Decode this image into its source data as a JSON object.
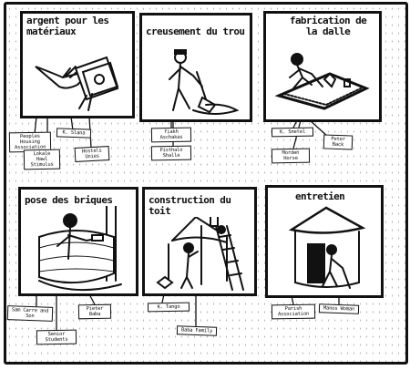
{
  "panels": [
    {
      "id": "argent",
      "title": "argent pour les matériaux"
    },
    {
      "id": "creusement",
      "title": "creusement du trou"
    },
    {
      "id": "fabrication",
      "title": "fabrication de la dalle"
    },
    {
      "id": "pose",
      "title": "pose des briques"
    },
    {
      "id": "construction",
      "title": "construction du toit"
    },
    {
      "id": "entretien",
      "title": "entretien"
    }
  ],
  "tags": {
    "argent_1": "Peoples Housing Association",
    "argent_2": "K. Slana",
    "argent_3": "Lokale Hawl Stimulus",
    "argent_4": "Hostels Unies",
    "creusement_1": "fiakh Aschakas",
    "creusement_2": "Pisthalo Shalle",
    "fabrication_1": "K. Snetel",
    "fabrication_2": "Peter Back",
    "fabrication_3": "Morden Horse",
    "pose_1": "Sam Carre and Son",
    "pose_2": "Pieter Baba",
    "pose_3": "Senior Students",
    "construction_1": "K. Tango",
    "construction_2": "Baba Family",
    "entretien_1": "Parish Association",
    "entretien_2": "Manos Woman"
  }
}
